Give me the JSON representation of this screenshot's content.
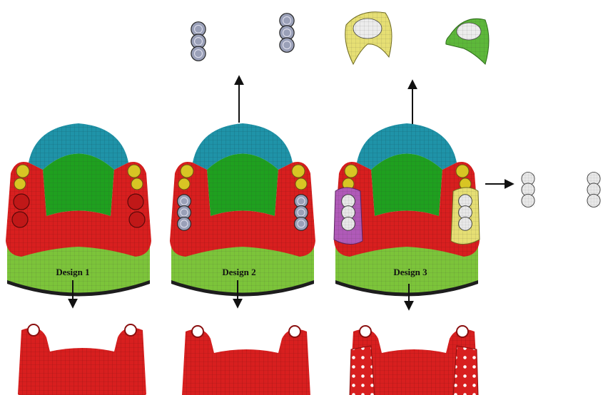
{
  "designs": [
    {
      "label": "Design 1"
    },
    {
      "label": "Design 2"
    },
    {
      "label": "Design 3"
    }
  ],
  "colors": {
    "anterior_teeth": "#1f93a8",
    "premolar": "#d8c524",
    "palate": "#1fa01f",
    "base": "#7cc43a",
    "frame": "#d81f1f",
    "crown_gray": "#9aa0b8",
    "crown_white": "#e8e8e8",
    "saddle_purple": "#b05ab8",
    "saddle_yellow": "#e6df74",
    "saddle_green": "#5db83a",
    "outline": "#111111"
  }
}
